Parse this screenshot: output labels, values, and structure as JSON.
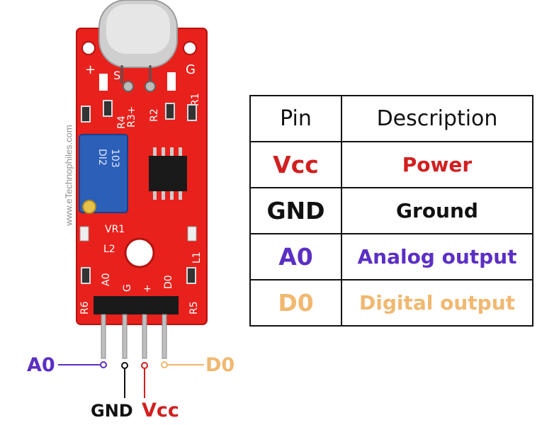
{
  "watermark": "www.eTechnophiles.com",
  "table": {
    "headers": [
      "Pin",
      "Description"
    ],
    "rows": [
      {
        "pin": "Vcc",
        "description": "Power",
        "color": "#d21f1f"
      },
      {
        "pin": "GND",
        "description": "Ground",
        "color": "#111111"
      },
      {
        "pin": "A0",
        "description": "Analog output",
        "color": "#5b2fc4"
      },
      {
        "pin": "D0",
        "description": "Digital output",
        "color": "#f0b870"
      }
    ]
  },
  "callouts": {
    "a0": {
      "label": "A0",
      "color": "#5b2fc4"
    },
    "gnd": {
      "label": "GND",
      "color": "#111111"
    },
    "vcc": {
      "label": "Vcc",
      "color": "#d21f1f"
    },
    "d0": {
      "label": "D0",
      "color": "#f0b870"
    }
  },
  "board": {
    "color": "#e8211c",
    "pot_color": "#2b5fb8",
    "silkscreen": {
      "plus_top": "+",
      "g_top": "G",
      "s": "S",
      "r1": "R1",
      "r2": "R2",
      "r3": "R3+",
      "r4": "R4",
      "vr1": "VR1",
      "l2": "L2",
      "l1": "L1",
      "a0": "A0",
      "g": "G",
      "plus": "+",
      "d0": "D0",
      "r6": "R6",
      "r5": "R5",
      "pot_text1": "103",
      "pot_text2": "DI2"
    }
  }
}
